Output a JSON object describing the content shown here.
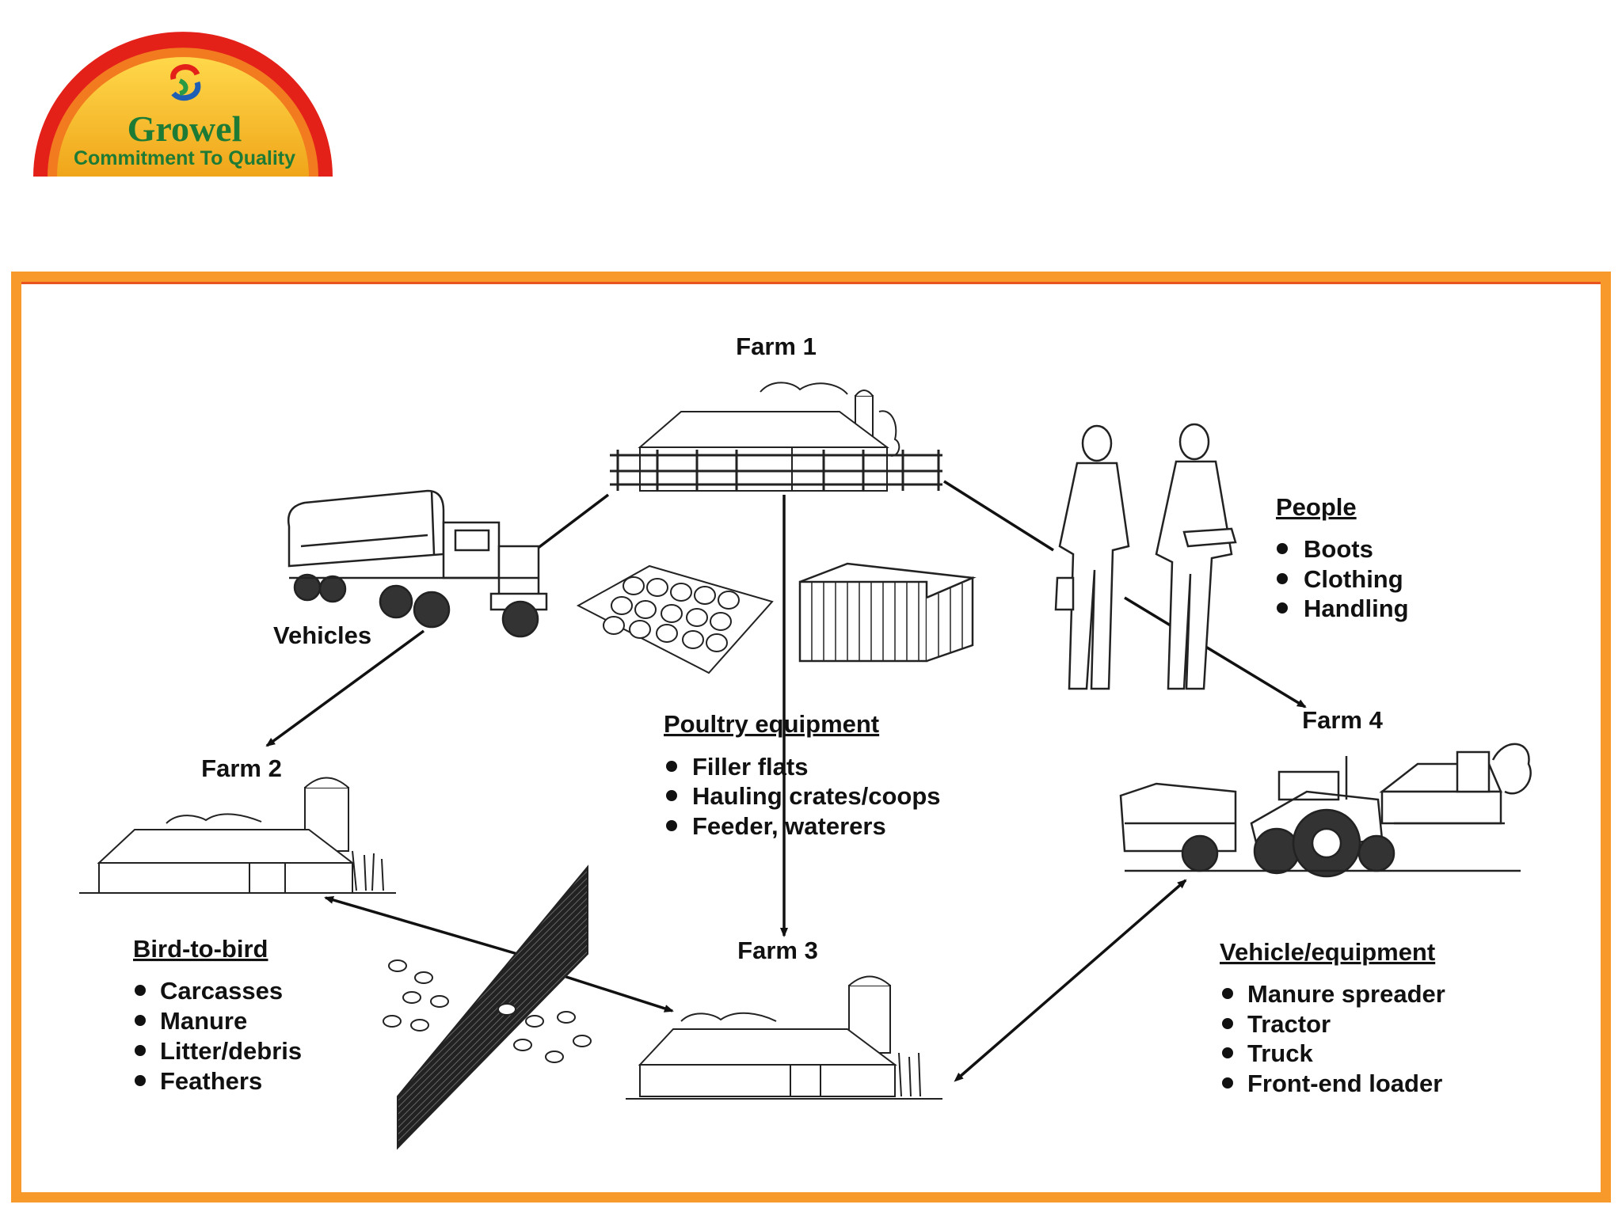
{
  "logo": {
    "brand": "Growel",
    "tagline": "Commitment To Quality",
    "colors": {
      "outer": "#e32119",
      "inner": "#f6b71b",
      "text": "#1e7b35"
    }
  },
  "frame_color": "#f7992b",
  "diagram": {
    "farm1": "Farm 1",
    "farm2": "Farm 2",
    "farm3": "Farm 3",
    "farm4": "Farm 4",
    "vehicles": "Vehicles",
    "people": {
      "title": "People",
      "items": [
        "Boots",
        "Clothing",
        "Handling"
      ]
    },
    "poultry_equipment": {
      "title": "Poultry equipment",
      "items": [
        "Filler flats",
        "Hauling crates/coops",
        "Feeder, waterers"
      ]
    },
    "bird_to_bird": {
      "title": "Bird-to-bird",
      "items": [
        "Carcasses",
        "Manure",
        "Litter/debris",
        "Feathers"
      ]
    },
    "vehicle_equipment": {
      "title": "Vehicle/equipment",
      "items": [
        "Manure spreader",
        "Tractor",
        "Truck",
        "Front-end loader"
      ]
    }
  }
}
